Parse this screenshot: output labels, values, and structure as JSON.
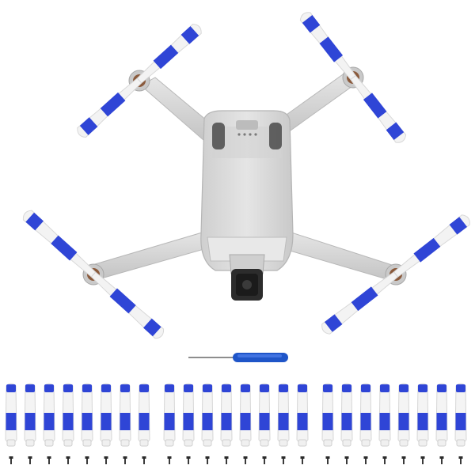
{
  "product": {
    "drone_color": "#d9d9d9",
    "drone_shadow_color": "#bfbfbf",
    "propeller_blue": "#2f45d6",
    "propeller_white": "#f4f4f4",
    "motor_color": "#8a5a3c",
    "screwdriver_color": "#1f55c8",
    "camera_color": "#2a2a2a"
  },
  "accessories": {
    "propeller_pair_count": 24,
    "screw_count": 24,
    "screwdriver_count": 1
  }
}
